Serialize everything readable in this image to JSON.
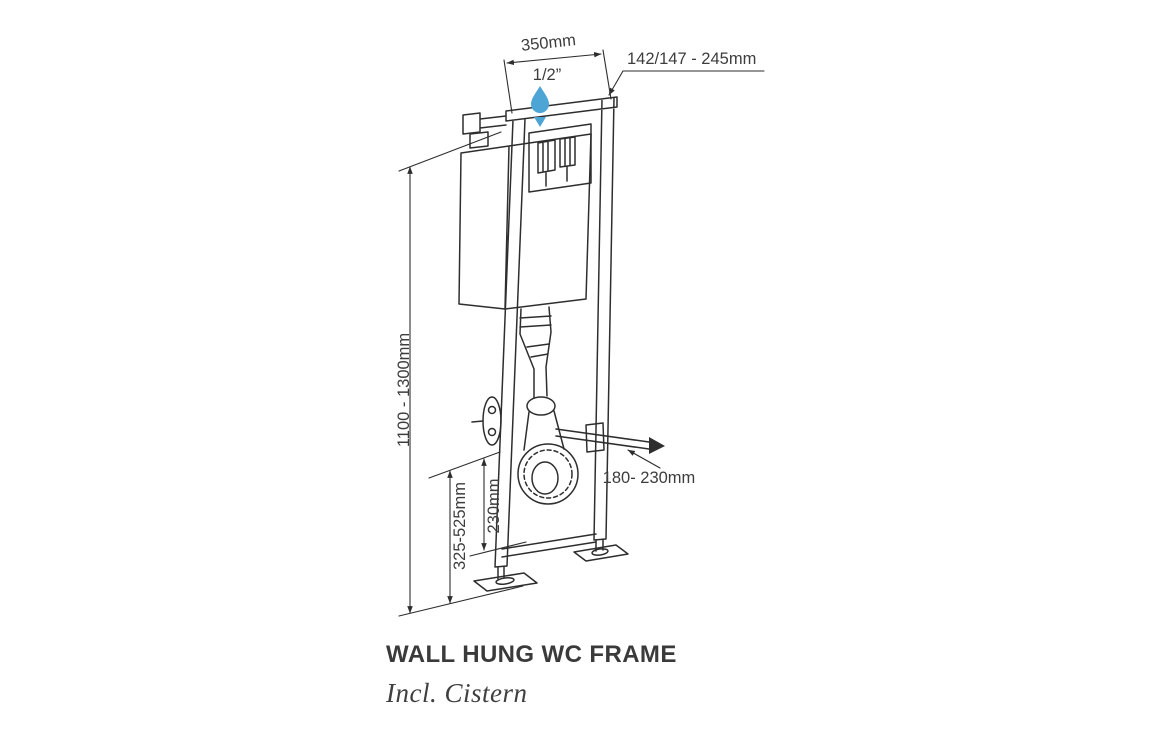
{
  "page": {
    "title": "WALL HUNG WC FRAME",
    "subtitle": "Incl. Cistern"
  },
  "diagram": {
    "description": "wall-hung-wc-frame-with-concealed-cistern-technical-drawing",
    "dims": {
      "top_width": "350mm",
      "depth_range": "142/147 - 245mm",
      "water_inlet": "1/2”",
      "frame_height": "1100 - 1300mm",
      "outlet_height": "325-525mm",
      "outlet_offset": "230mm",
      "outlet_depth": "180- 230mm"
    },
    "icons": {
      "water_drop": "water-drop-icon"
    },
    "colors": {
      "line": "#2e2e2e",
      "text": "#3d3d3d",
      "water_accent": "#4da5d6"
    }
  }
}
